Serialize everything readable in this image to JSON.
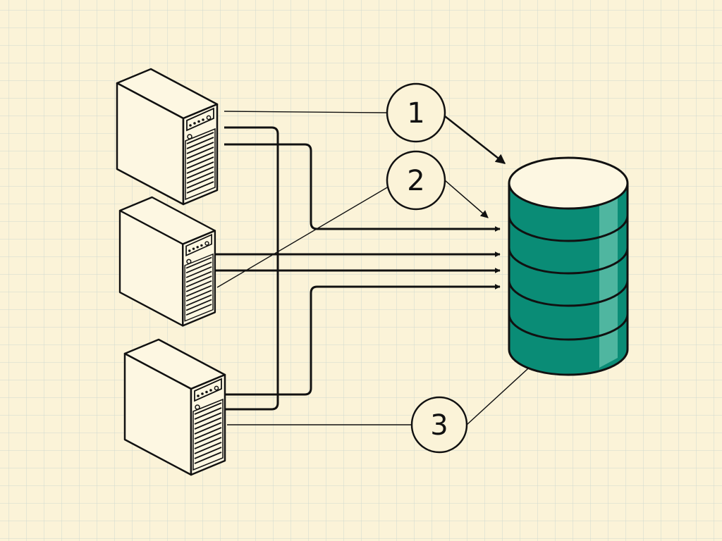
{
  "colors": {
    "background": "#fbf3d8",
    "grid": "#cfd9cf",
    "ink": "#111111",
    "server_fill": "#fdf7e2",
    "db_fill": "#0a8c76",
    "db_highlight": "#5cbda8"
  },
  "icons": {
    "server": "server-tower-icon",
    "database": "database-cylinder-icon"
  },
  "diagram": {
    "servers": [
      {
        "id": "server-1"
      },
      {
        "id": "server-2"
      },
      {
        "id": "server-3"
      }
    ],
    "database": {
      "id": "database",
      "disk_count": 5
    },
    "callouts": [
      {
        "id": "callout-1",
        "label": "1"
      },
      {
        "id": "callout-2",
        "label": "2"
      },
      {
        "id": "callout-3",
        "label": "3"
      }
    ]
  }
}
